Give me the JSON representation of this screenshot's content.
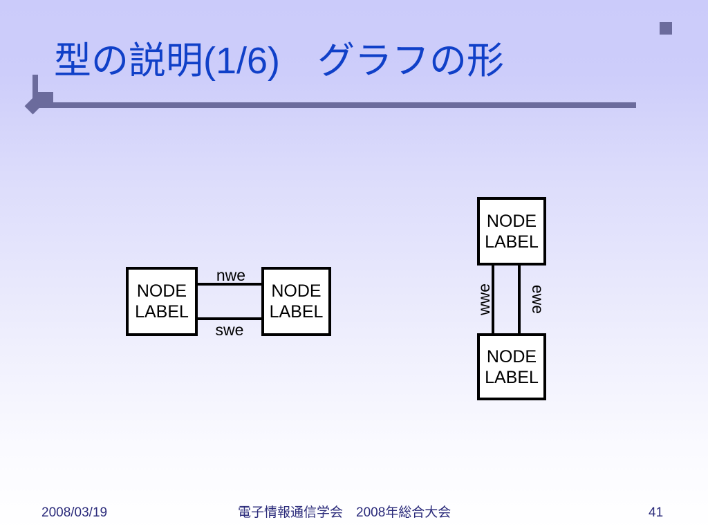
{
  "slide": {
    "title": "型の説明(1/6)　グラフの形",
    "page_number": "41"
  },
  "colors": {
    "title_text": "#1040c8",
    "accent_rule": "#6b6b9c",
    "footer_text": "#2a2a7a",
    "node_border": "#000000",
    "node_fill": "#ffffff",
    "background_top": "#cbcbfa",
    "background_bottom": "#ffffff"
  },
  "diagrams": {
    "horizontal": {
      "left_node": {
        "line1": "NODE",
        "line2": "LABEL"
      },
      "right_node": {
        "line1": "NODE",
        "line2": "LABEL"
      },
      "edge_top_label": "nwe",
      "edge_bottom_label": "swe"
    },
    "vertical": {
      "top_node": {
        "line1": "NODE",
        "line2": "LABEL"
      },
      "bottom_node": {
        "line1": "NODE",
        "line2": "LABEL"
      },
      "edge_left_label": "wwe",
      "edge_right_label": "ewe"
    }
  },
  "footer": {
    "date": "2008/03/19",
    "center": "電子情報通信学会　2008年総合大会",
    "page": "41"
  }
}
